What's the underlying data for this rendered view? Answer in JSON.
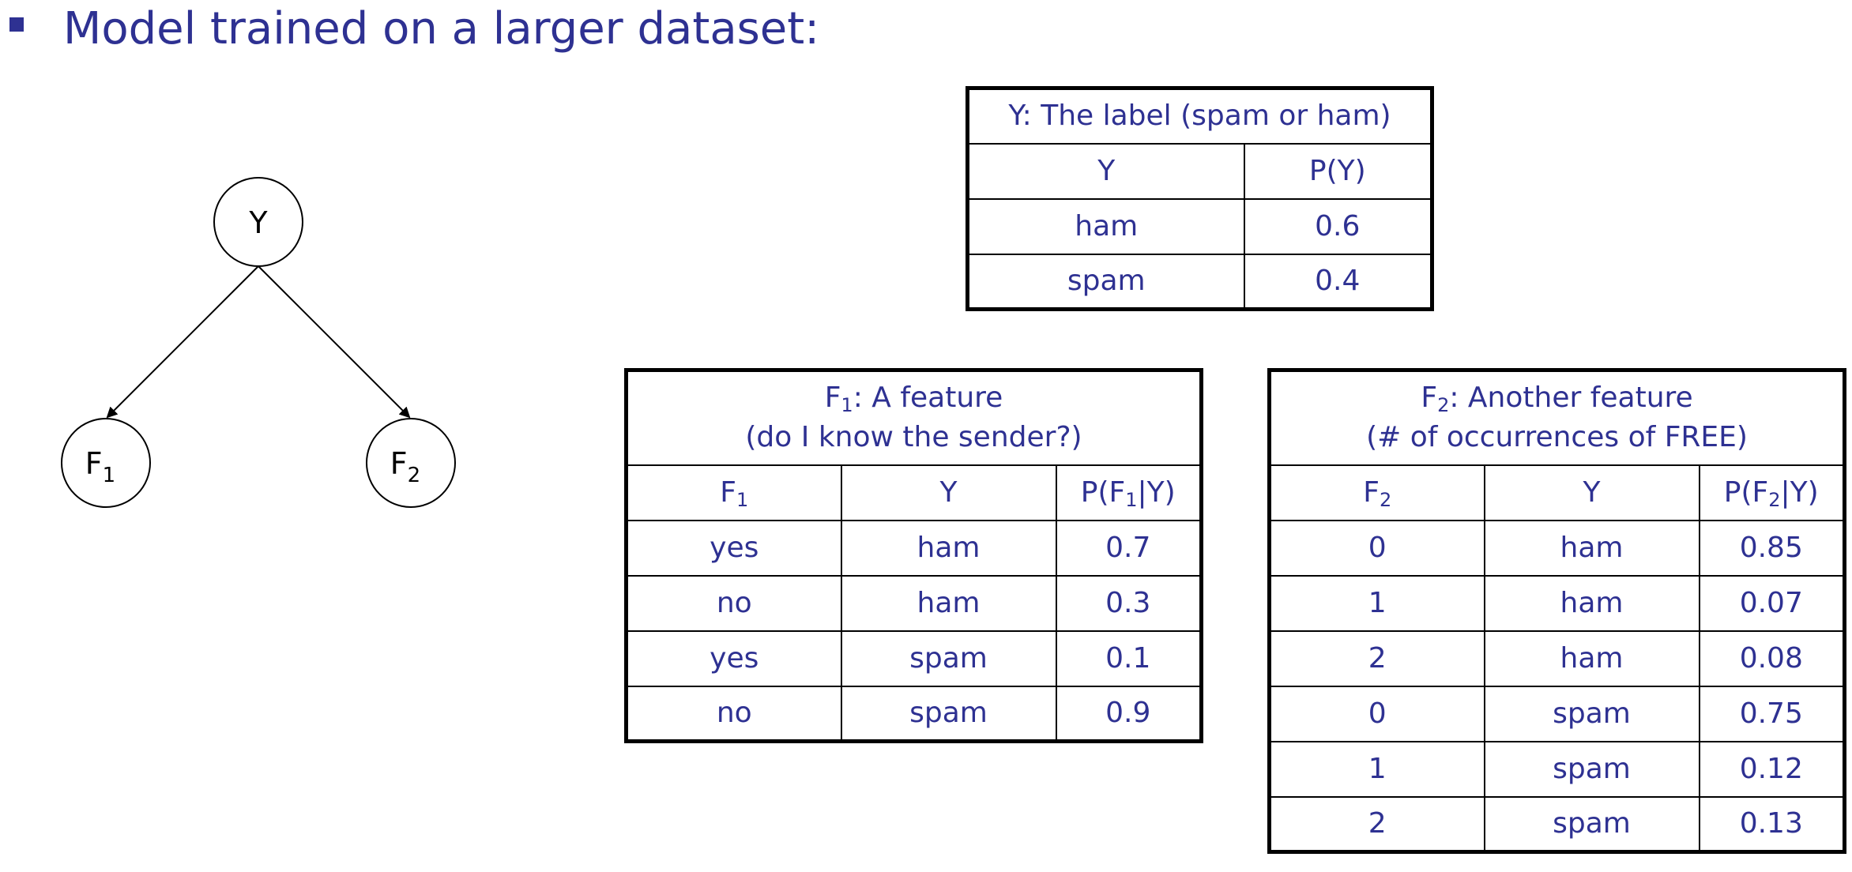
{
  "slide": {
    "heading": "Model trained on a larger dataset:"
  },
  "network": {
    "nodes": {
      "y": {
        "label": "Y"
      },
      "f1": {
        "label": "F",
        "sub": "1"
      },
      "f2": {
        "label": "F",
        "sub": "2"
      }
    }
  },
  "table_y": {
    "title": "Y: The label (spam or ham)",
    "headers": [
      "Y",
      "P(Y)"
    ],
    "rows": [
      [
        "ham",
        "0.6"
      ],
      [
        "spam",
        "0.4"
      ]
    ]
  },
  "table_f1": {
    "title_pre": "F",
    "title_sub": "1",
    "title_post": ": A feature",
    "title_line2": "(do I know the sender?)",
    "header_f_pre": "F",
    "header_f_sub": "1",
    "header_y": "Y",
    "header_p_pre": "P(F",
    "header_p_sub": "1",
    "header_p_post": "|Y)",
    "rows": [
      [
        "yes",
        "ham",
        "0.7"
      ],
      [
        "no",
        "ham",
        "0.3"
      ],
      [
        "yes",
        "spam",
        "0.1"
      ],
      [
        "no",
        "spam",
        "0.9"
      ]
    ]
  },
  "table_f2": {
    "title_pre": "F",
    "title_sub": "2",
    "title_post": ": Another feature",
    "title_line2": "(# of occurrences of FREE)",
    "header_f_pre": "F",
    "header_f_sub": "2",
    "header_y": "Y",
    "header_p_pre": "P(F",
    "header_p_sub": "2",
    "header_p_post": "|Y)",
    "rows": [
      [
        "0",
        "ham",
        "0.85"
      ],
      [
        "1",
        "ham",
        "0.07"
      ],
      [
        "2",
        "ham",
        "0.08"
      ],
      [
        "0",
        "spam",
        "0.75"
      ],
      [
        "1",
        "spam",
        "0.12"
      ],
      [
        "2",
        "spam",
        "0.13"
      ]
    ]
  },
  "colors": {
    "text": "#2e3192",
    "lines": "#000000"
  }
}
